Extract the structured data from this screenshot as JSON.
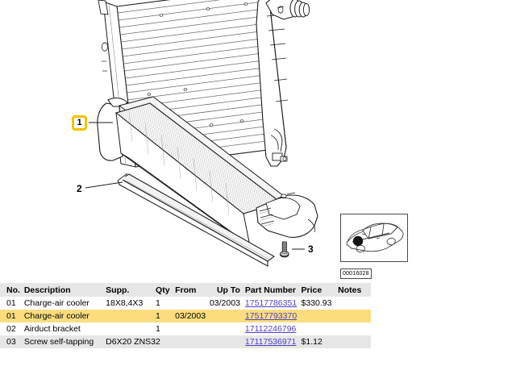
{
  "diagram": {
    "id_label": "00016028",
    "callouts": [
      {
        "label": "1",
        "style": "boxed"
      },
      {
        "label": "2",
        "style": "plain"
      },
      {
        "label": "3",
        "style": "plain"
      }
    ],
    "parts_depicted": [
      "radiator",
      "charge-air-cooler",
      "airduct-bracket",
      "screw-self-tapping"
    ],
    "vehicle_thumbnail": "front-left-engine-bay-highlight"
  },
  "table": {
    "columns": [
      "No.",
      "Description",
      "Supp.",
      "Qty",
      "From",
      "Up To",
      "Part Number",
      "Price",
      "Notes"
    ],
    "rows": [
      {
        "no": "01",
        "description": "Charge-air cooler",
        "supp": "18X8,4X3",
        "qty": "1",
        "from": "",
        "up_to": "03/2003",
        "part_number": "17517786351",
        "price": "$330.93",
        "notes": "",
        "style": "row-plain"
      },
      {
        "no": "01",
        "description": "Charge-air cooler",
        "supp": "",
        "qty": "1",
        "from": "03/2003",
        "up_to": "",
        "part_number": "17517793370",
        "price": "",
        "notes": "",
        "style": "row-highlight"
      },
      {
        "no": "02",
        "description": "Airduct bracket",
        "supp": "",
        "qty": "1",
        "from": "",
        "up_to": "",
        "part_number": "17112246796",
        "price": "",
        "notes": "",
        "style": "row-plain"
      },
      {
        "no": "03",
        "description": "Screw self-tapping",
        "supp": "D6X20 ZNS3",
        "qty": "2",
        "from": "",
        "up_to": "",
        "part_number": "17117536971",
        "price": "$1.12",
        "notes": "",
        "style": "row-shaded"
      }
    ]
  },
  "colors": {
    "header_bg": "#e6e6e6",
    "highlight_row": "#fbdd7e",
    "shaded_row": "#e6e6e6",
    "link": "#4b40c8",
    "callout_border": "#f2c200",
    "line": "#1a1a1a"
  }
}
